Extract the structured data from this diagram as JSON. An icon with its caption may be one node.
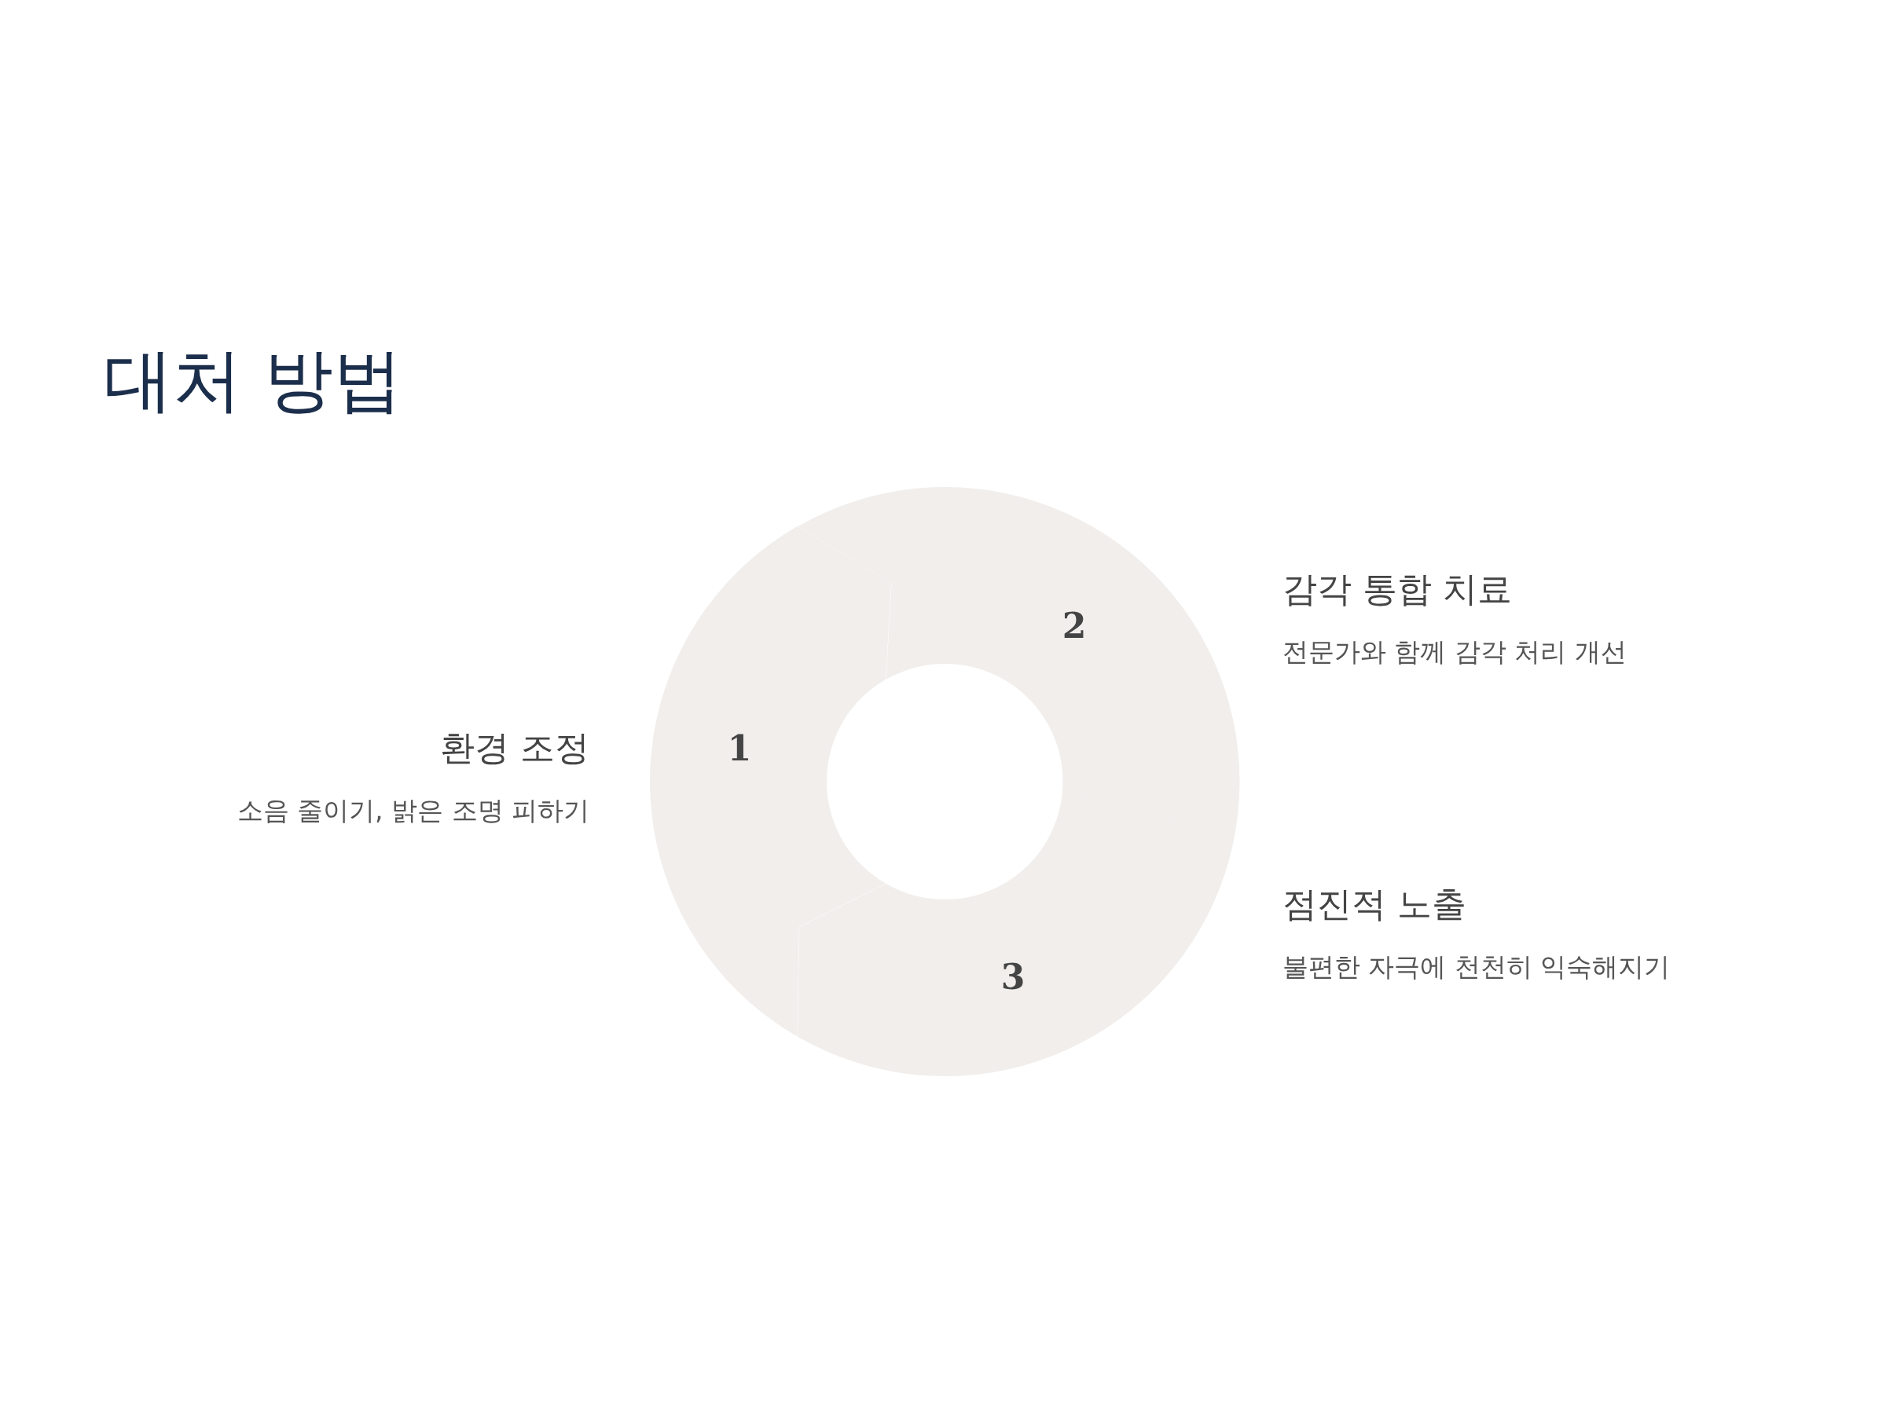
{
  "diagram": {
    "title": "대처 방법",
    "nodes": [
      {
        "text": [
          "1"
        ],
        "beside": [
          "환경 조정",
          "소음 줄이기, 밝은 조명 피하기"
        ]
      },
      {
        "text": [
          "2"
        ],
        "beside": [
          "감각 통합 치료",
          "전문가와 함께 감각 처리 개선"
        ]
      },
      {
        "text": [
          "3"
        ],
        "beside": [
          "점진적 노출",
          "불편한 자극에 천천히 익숙해지기"
        ]
      }
    ]
  }
}
